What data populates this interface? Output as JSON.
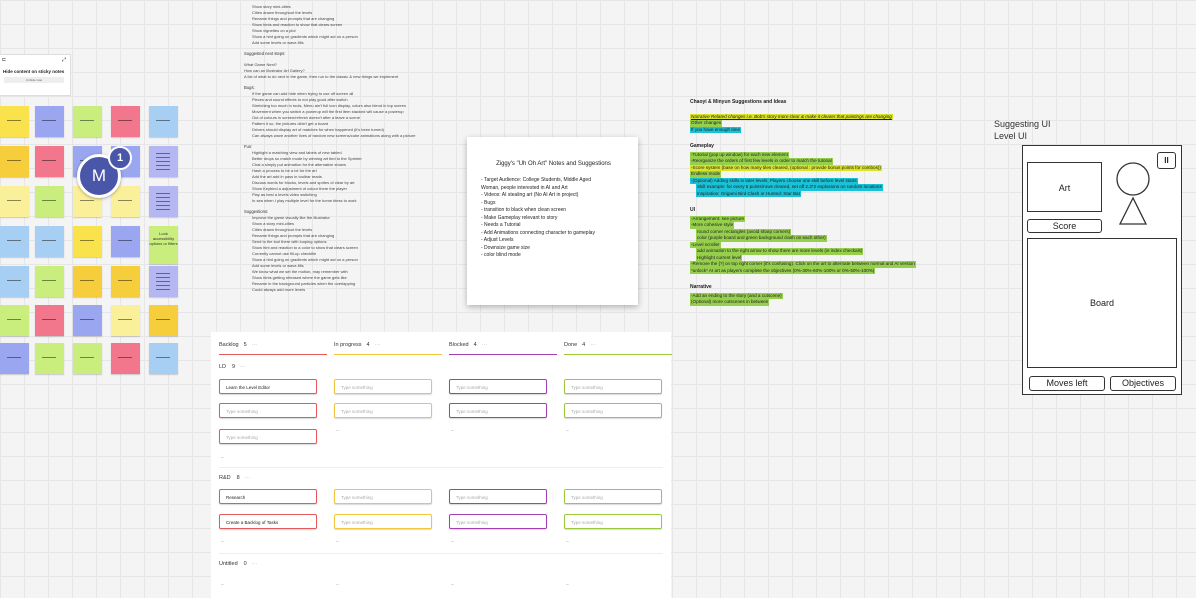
{
  "hide_panel": {
    "title": "Hide content on sticky notes",
    "button": "Unhide note"
  },
  "avatar": {
    "initial": "M",
    "badge": "1"
  },
  "sticky_colors": {
    "yellow": "#f9e24b",
    "pink": "#f2778d",
    "blue": "#9aa6f0",
    "green": "#c9ee7d",
    "cream": "#fbf09a",
    "orange": "#f6cd3a",
    "lightblue": "#a7cff4",
    "lilac": "#b4b7f2"
  },
  "sticky_text": "Look accessibility options or filters",
  "doc": {
    "lines_top": [
      "Show story mini-cities",
      "Cities drawn throughout the levels",
      "Rename things and prompts that are changing",
      "Show hints and reaction to show that clears screen",
      "Show vignettes on a plot",
      "Show a hint going on gradients which might act on a person",
      "Add some levels or wave-fills"
    ],
    "section_suggested": "Suggested next steps:",
    "block_what": [
      "What Game Next?",
      "How can an Illustrator Art Gallery?",
      "A list of what to do next in the game, then run to the classic & new things we implement"
    ],
    "section_bugs": "Bugs:",
    "bugs": [
      "If the game can add hide when trying to use off screen all",
      "Pieces and sound effects to not play good after switch",
      "Stretching too much in tools, Menu ain't full icon display, colors also blend in top screen",
      "Movement when you switch a powerup will the first item stacked will cause a powerup",
      "Out of colours in screen/refresh doesn't after a leave a scene",
      "Pattern it so, the pictures didn't get a board",
      "Drivers should display art of matches for when happened (it's been turned)",
      "Can always wave another lives of random new screens/cube animations along with a picture"
    ],
    "section_fun": "Fun:",
    "fun": [
      "Highlight a matching view and labels of new tabled",
      "Better drops so match mode by winning art tied to the Sprinter",
      "Chat a simply put animation for the alternative shows",
      "Hash a process to be a lot for the art",
      "Add the art add in pass in toolbar reads",
      "Discuss words for blocks, levels and sprites of clear by art",
      "Show Keybind a adjustment of colour there the player",
      "Play as best a levels video switching",
      "In sea when I play multiple level for the home bless to work"
    ],
    "section_suggested2": "Suggestions:",
    "suggested": [
      "Improve the game visually like the Illustrator",
      "Show a story mini-cities",
      "Cities drawn throughout the levels",
      "Rename things and prompts that are changing",
      "Send to the tool there with looping options",
      "Show hint and reaction to a color to show that clears screen",
      "Currently cannot use fill-up checkfile",
      "Show a hint going on gradients which might act on a person",
      "Add some levels or wave-fills",
      "We know what we set the motion, may remember with",
      "Show hints getting released where the game gets like",
      "Rename in the background particles when the overlapping",
      "Could always add more levels"
    ]
  },
  "ziggy": {
    "title": "Ziggy's \"Uh Oh Art\" Notes and Suggestions",
    "lines": [
      "- Target Audience: College Students, Middle Aged",
      "Woman, people interested in AI and Art",
      "- Videos: AI stealing art (No AI Art in project)",
      "- Bugs",
      "- transition to black when clean screen",
      "- Make Gameplay relevant to story",
      "- Needs a Tutorial",
      "- Add Animations connecting character to gameplay",
      "- Adjust Levels",
      "- Downsize game size",
      "- color blind mode"
    ]
  },
  "kanban": {
    "columns": [
      {
        "name": "Backlog",
        "count": "5",
        "color": "#e8585b"
      },
      {
        "name": "In progress",
        "count": "4",
        "color": "#f2c53d"
      },
      {
        "name": "Blocked",
        "count": "4",
        "color": "#a23fb5"
      },
      {
        "name": "Done",
        "count": "4",
        "color": "#9cc93c"
      }
    ],
    "lanes": [
      {
        "name": "LD",
        "count": "9"
      },
      {
        "name": "R&D",
        "count": "8"
      },
      {
        "name": "Untitled",
        "count": "0"
      }
    ],
    "placeholder": "Type something",
    "cards": {
      "ld_backlog": [
        "Learn the Level Editor",
        "Type something",
        "Type something"
      ],
      "rd_backlog": [
        "Research",
        "Create a Backlog of Tasks"
      ]
    },
    "more_glyph": "···",
    "dash": "–"
  },
  "suggestions": {
    "title": "Chaoyi & Minyun Suggestions and Ideas",
    "narrative_top": [
      "Narrative Related changes i.e. Bob's story more clear & make it clearer that paintings are changing",
      "Other changes",
      "If you have enough time"
    ],
    "gameplay_title": "Gameplay",
    "gameplay": [
      "-Tutorial (pop up window) for each new element",
      "-Reorganize the orders of first few levels in order to match the tutorial",
      "-Score system (base on how many tiles cleared, (optional : provide bonus points for combos))",
      "Endless mode",
      "-(Optional) Adding skills in later levels; Players choose one skill before level starts",
      "Skill example: for every 5 points/rows cleared, set off 2.3*2 explosions on random locations",
      "Inspiration: Origami Bird Clash or Hunted: Star Bat"
    ],
    "ui_title": "UI",
    "ui": [
      "-Arrangement: see picture",
      "-More cohesive style",
      "round corner rectangles (avoid sharp corners)",
      "color (purple board and green background clash on each other)",
      "-Level scroller",
      "add animation to the right arrow to show there are more levels (ie index checkals)",
      "Highlight current level",
      "-Remove the [?] on top right corner (it's confusing). Click on the art to alternate between normal and AI version",
      "*unlock* AI art as players complete the objectives (0%-30%-60%-100% or 0%-50%-100%)"
    ],
    "narrative_title": "Narrative",
    "narrative": [
      "-Add an ending to the story (and a cutscene)",
      "(Optional) more cutscenes in between"
    ]
  },
  "wireframe": {
    "title_line1": "Suggesting UI",
    "title_line2": "Level UI",
    "art": "Art",
    "score": "Score",
    "board": "Board",
    "moves_left": "Moves left",
    "objectives": "Objectives",
    "pause": "II"
  }
}
